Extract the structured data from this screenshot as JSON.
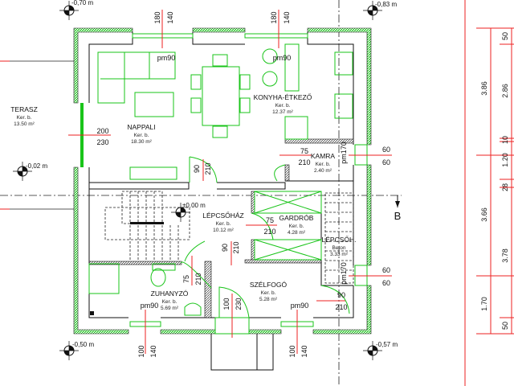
{
  "levels": [
    "-0,70 m",
    "-0,83 m",
    "-0,02 m",
    "-0,50 m",
    "-0,57 m",
    "±0.00 m"
  ],
  "rooms": [
    {
      "name": "TERASZ",
      "type": "Ker. b.",
      "area": "13.50 m²"
    },
    {
      "name": "NAPPALI",
      "type": "Ker. b.",
      "area": "18.30 m²"
    },
    {
      "name": "KONYHA-ÉTKEZŐ",
      "type": "Ker. b.",
      "area": "12.37 m²"
    },
    {
      "name": "KAMRA",
      "type": "Ker. b.",
      "area": "2.40 m²"
    },
    {
      "name": "LÉPCSŐHÁZ",
      "type": "Ker. b.",
      "area": "10.12 m²"
    },
    {
      "name": "GARDRÓB",
      "type": "Ker. b.",
      "area": "4.28 m²"
    },
    {
      "name": "LÉPCSŐH.",
      "type": "Beton",
      "area": "3.33 m²"
    },
    {
      "name": "ZUHANYZÓ",
      "type": "Ker. b.",
      "area": "5.69 m²"
    },
    {
      "name": "SZÉLFOGÓ",
      "type": "Ker. b.",
      "area": "5.28 m²"
    }
  ],
  "openings": {
    "win_top_left": [
      "180",
      "140"
    ],
    "win_top_right": [
      "180",
      "140"
    ],
    "terrace_door": [
      "200",
      "230"
    ],
    "door_nappali": [
      "90",
      "210"
    ],
    "door_kamra": [
      "75",
      "210"
    ],
    "win_kamra": [
      "60",
      "60"
    ],
    "door_gardrob": [
      "75",
      "210"
    ],
    "door_lepcsohaz": [
      "90",
      "210"
    ],
    "door_zuhanyzo": [
      "75",
      "210"
    ],
    "entrance_door": [
      "100",
      "230"
    ],
    "door_lepcsoh": [
      "90",
      "210"
    ],
    "win_stair": [
      "60",
      "60"
    ],
    "win_bottom_left": [
      "100",
      "140"
    ],
    "win_bottom_right": [
      "100",
      "140"
    ]
  },
  "sill_labels": [
    "pm90",
    "pm90",
    "pm90",
    "pm90",
    "pm170",
    "pm170"
  ],
  "section_marker": "B",
  "right_dimensions": {
    "outer": [
      "3.86",
      "3.66",
      "1.70"
    ],
    "inner": [
      "50",
      "2.86",
      "10",
      "1.20",
      "28",
      "3.78",
      "50"
    ]
  },
  "colors": {
    "wall_hatch": "#19c419",
    "dimension": "#e22222",
    "furniture": "#19c419"
  }
}
